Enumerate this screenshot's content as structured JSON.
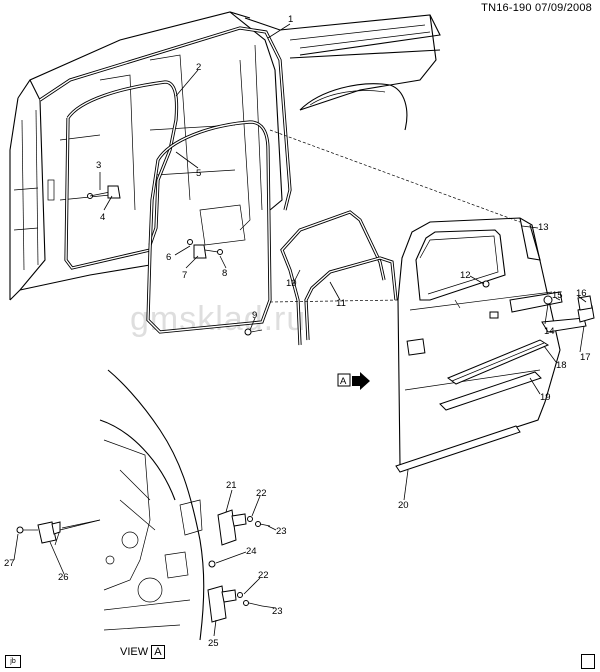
{
  "header": {
    "code": "TN16-190",
    "date": "07/09/2008"
  },
  "watermark": "gmsklad.ru",
  "view_label": {
    "text": "VIEW",
    "letter": "A"
  },
  "arrow_label": "A",
  "corner_tag": "jb",
  "callouts": [
    "1",
    "2",
    "3",
    "4",
    "5",
    "6",
    "7",
    "8",
    "9",
    "10",
    "11",
    "12",
    "13",
    "14",
    "15",
    "16",
    "17",
    "18",
    "19",
    "20",
    "21",
    "22",
    "22",
    "23",
    "23",
    "24",
    "25",
    "26",
    "27"
  ]
}
